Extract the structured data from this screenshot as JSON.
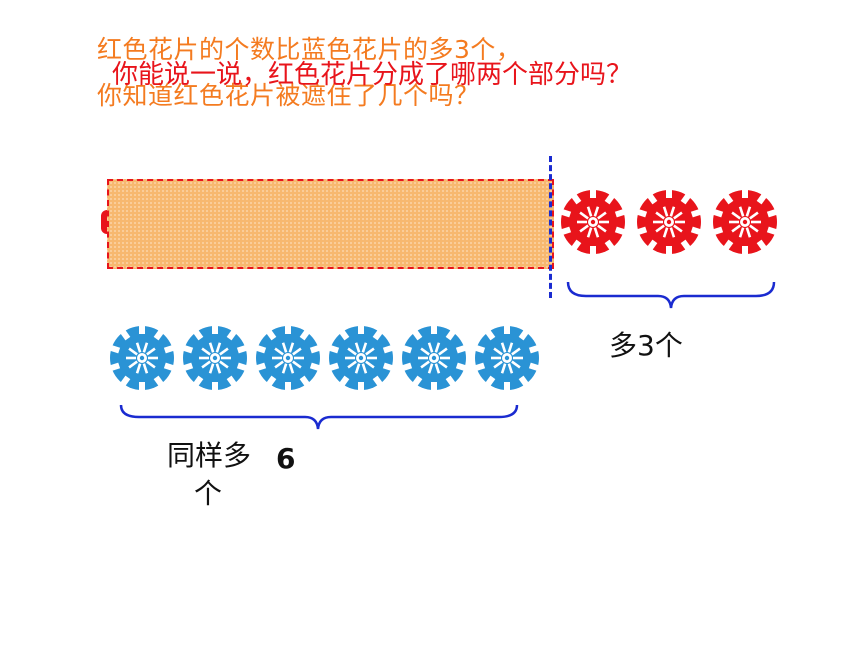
{
  "prompts": {
    "orange_line1": "红色花片的个数比蓝色花片的多3个，",
    "orange_line2": "你知道红色花片被遮住了几个吗？",
    "red_question": "你能说一说，红色花片分成了哪两个部分吗？"
  },
  "labels": {
    "more_three": "多3个",
    "same_many": "同样多",
    "six": "6",
    "unit": "个"
  },
  "flowers": {
    "red_visible_count": 3,
    "blue_count": 6
  },
  "colors": {
    "red_flower": "#e8141b",
    "blue_flower": "#2a93d5",
    "cover_box": "#f7b86f",
    "divider": "#1a2bd0",
    "brace": "#1a2bd0",
    "orange_text": "#f47b20"
  },
  "icons": {
    "red": "red-flower-chip-icon",
    "blue": "blue-flower-chip-icon"
  }
}
